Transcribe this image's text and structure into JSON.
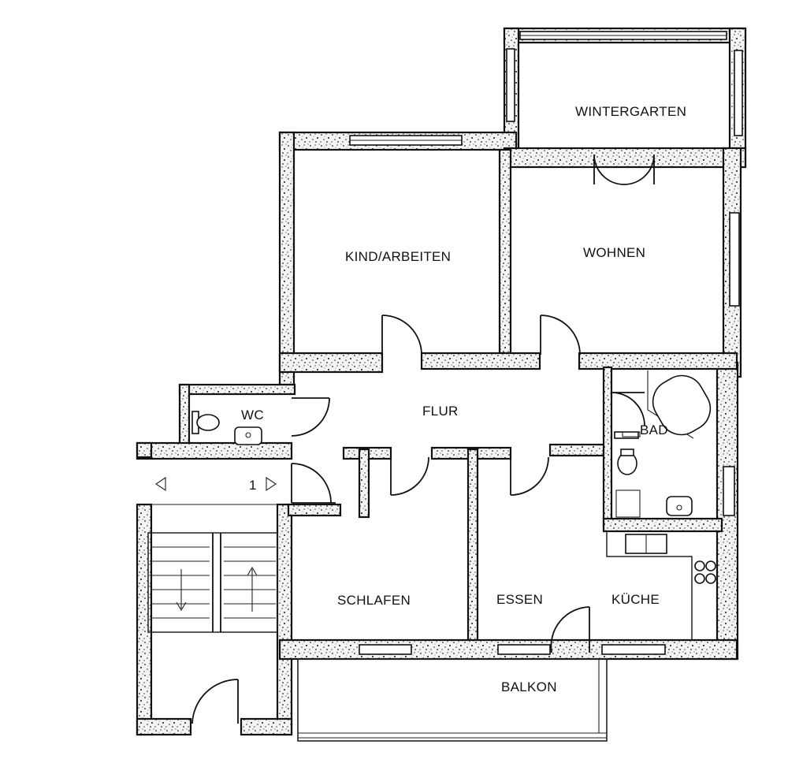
{
  "rooms": {
    "wintergarten": "WINTERGARTEN",
    "kind_arbeiten": "KIND/ARBEITEN",
    "wohnen": "WOHNEN",
    "flur": "FLUR",
    "wc": "WC",
    "bad": "BAD",
    "schlafen": "SCHLAFEN",
    "essen": "ESSEN",
    "kueche": "KÜCHE",
    "balkon": "BALKON"
  },
  "stair": {
    "floor_number": "1"
  }
}
